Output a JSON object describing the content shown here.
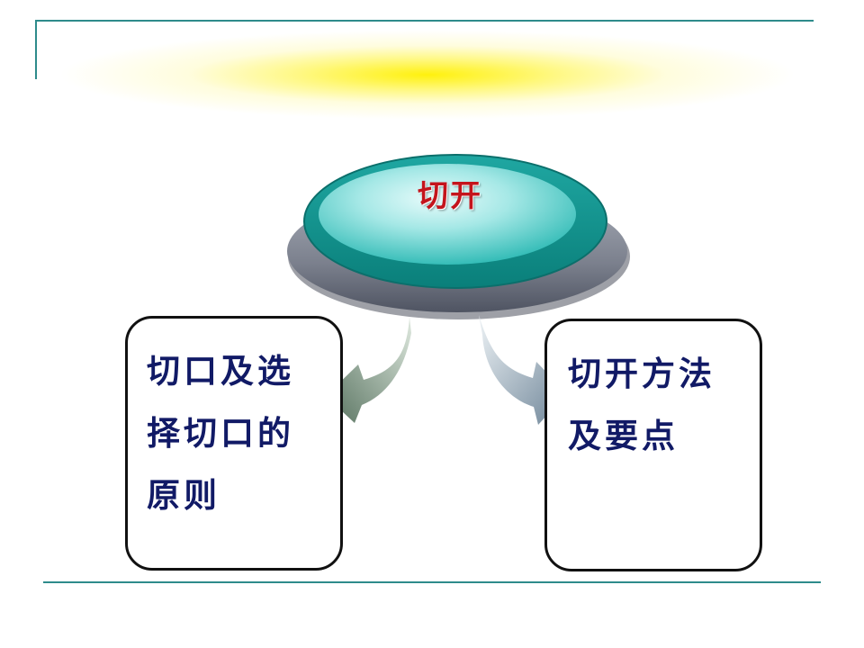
{
  "diagram": {
    "hub": {
      "label": "切开"
    },
    "boxes": [
      {
        "text": "切口及选择切口的原则"
      },
      {
        "text": "切开方法及要点"
      }
    ]
  }
}
